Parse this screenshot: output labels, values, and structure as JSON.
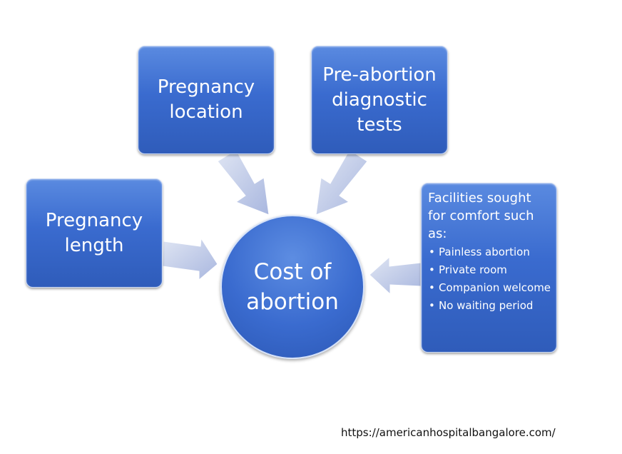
{
  "boxes": {
    "location": "Pregnancy\nlocation",
    "tests": "Pre-abortion\ndiagnostic\ntests",
    "length": "Pregnancy\nlength",
    "facilities": {
      "intro": "Facilities sought for comfort such as:",
      "items": [
        "Painless abortion",
        "Private room",
        "Companion welcome",
        "No waiting period"
      ]
    }
  },
  "center": "Cost of\nabortion",
  "source_url": "https://americanhospitalbangalore.com/",
  "colors": {
    "box_fill": "#3a6bcf",
    "arrow_fill": "#c3cde8",
    "text": "#ffffff"
  }
}
